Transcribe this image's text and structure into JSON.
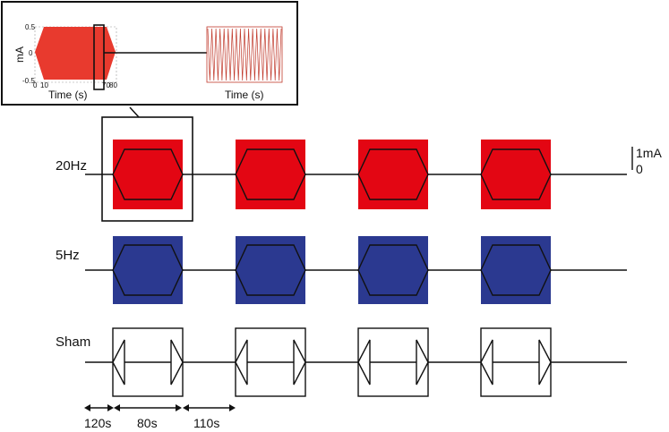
{
  "inset": {
    "y_axis_label": "mA",
    "y_ticks": [
      "0.5",
      "0",
      "-0.5"
    ],
    "x_ticks_left": [
      "0",
      "10",
      "70",
      "80"
    ],
    "x_label_left": "Time (s)",
    "x_label_right": "Time (s)"
  },
  "rows": [
    {
      "label": "20Hz",
      "pulses": 4
    },
    {
      "label": "5Hz",
      "pulses": 4
    },
    {
      "label": "Sham",
      "pulses": 4
    }
  ],
  "scale_bar": {
    "top_label": "1mA",
    "bottom_label": "0"
  },
  "timing": [
    "120s",
    "80s",
    "110s"
  ],
  "colors": {
    "red": "#e30613",
    "blue": "#2b3990",
    "line": "#111111",
    "inset_wave": "#c0392b"
  }
}
